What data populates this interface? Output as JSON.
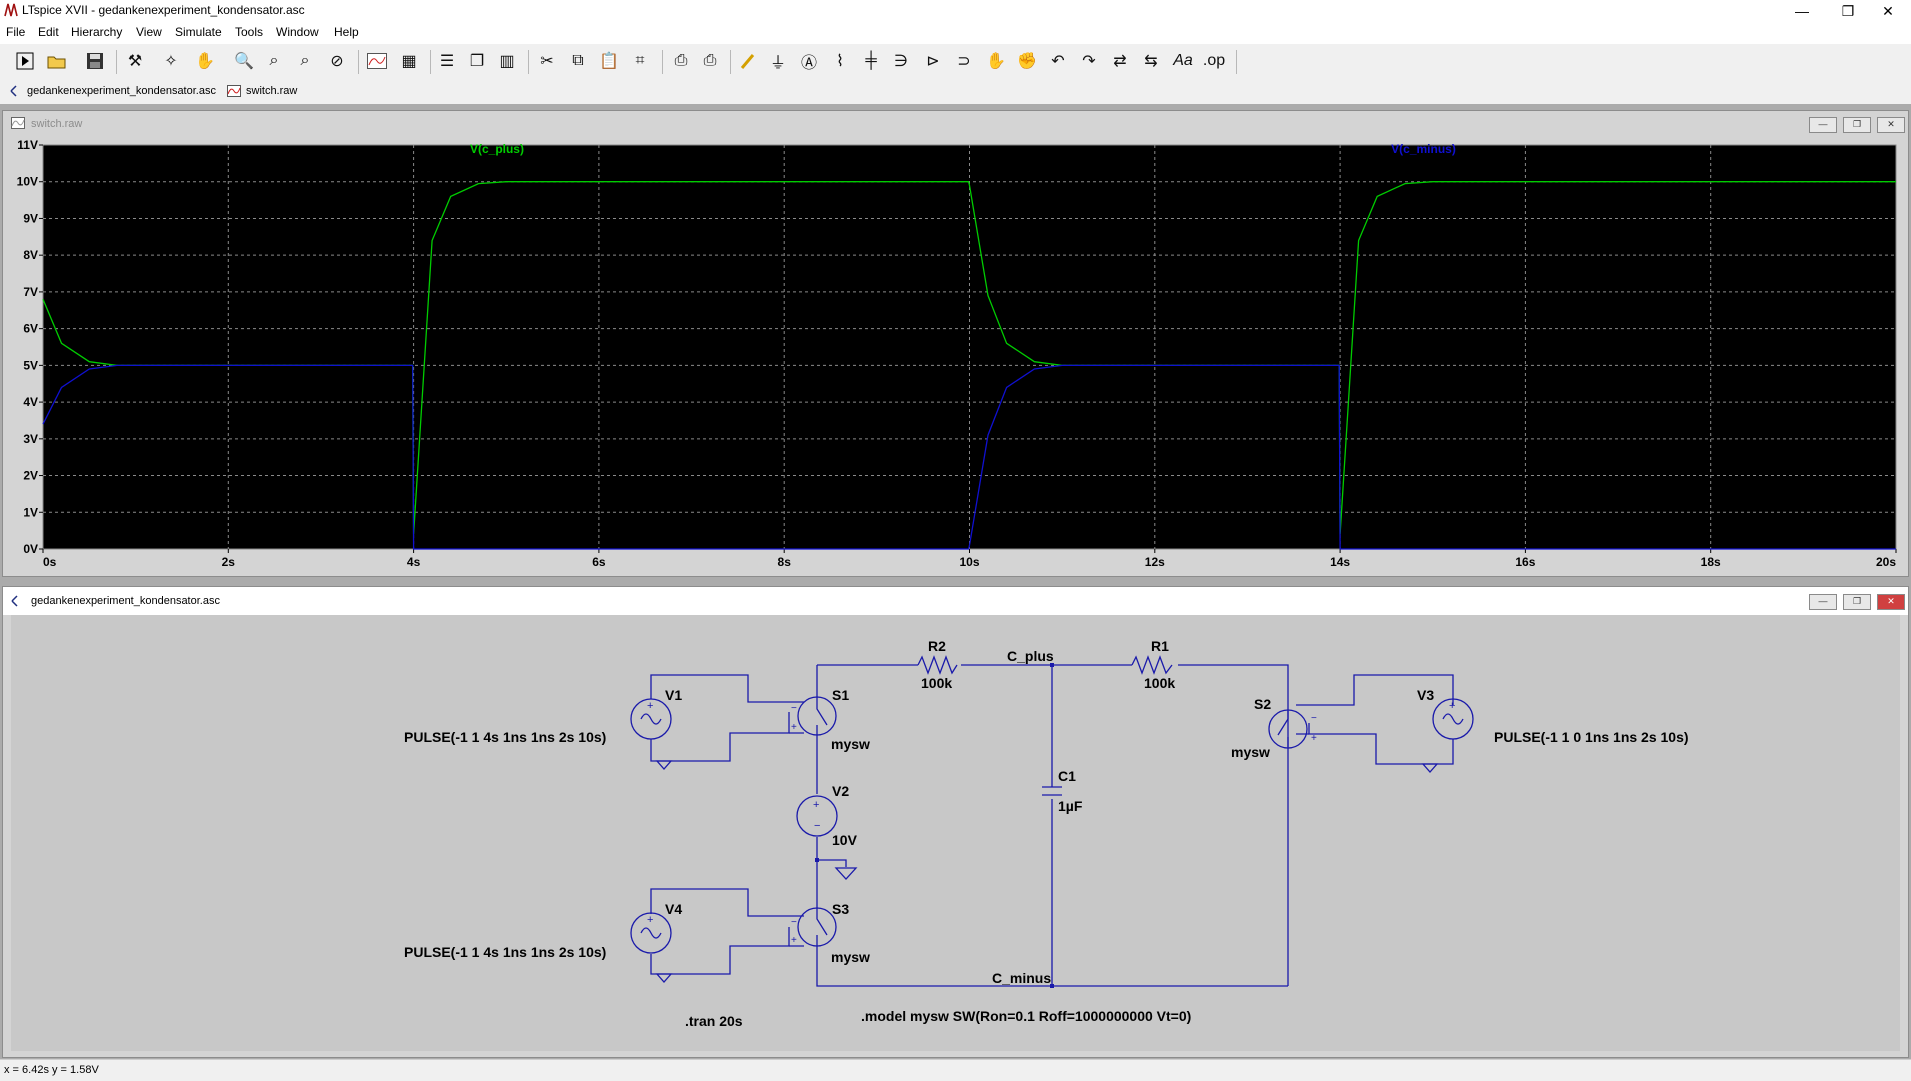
{
  "window": {
    "title": "LTspice XVII - gedankenexperiment_kondensator.asc",
    "minimize": "—",
    "maximize": "❐",
    "close": "✕"
  },
  "menu": [
    "File",
    "Edit",
    "Hierarchy",
    "View",
    "Simulate",
    "Tools",
    "Window",
    "Help"
  ],
  "toolbar_icons": [
    "run-icon",
    "open-icon",
    "save-icon",
    "control-panel-icon",
    "probe-icon",
    "pan-icon",
    "zoom-in-icon",
    "zoom-area-icon",
    "zoom-out-icon",
    "zoom-fit-icon",
    "waveform-icon",
    "waveform-dim-icon",
    "tile-h-icon",
    "cascade-icon",
    "tile-v-icon",
    "cut-icon",
    "copy-icon",
    "paste-icon",
    "find-icon",
    "print-icon",
    "print-setup-icon",
    "wire-icon",
    "ground-icon",
    "label-icon",
    "resistor-icon",
    "capacitor-icon",
    "inductor-icon",
    "diode-icon",
    "component-icon",
    "move-icon",
    "drag-icon",
    "undo-icon",
    "redo-icon",
    "rotate-icon",
    "mirror-icon",
    "text-icon",
    "spice-directive-icon"
  ],
  "tabs": [
    {
      "label": "gedankenexperiment_kondensator.asc",
      "icon": "schematic-icon"
    },
    {
      "label": "switch.raw",
      "icon": "waveform-icon"
    }
  ],
  "waveform": {
    "title": "switch.raw",
    "chart_data": {
      "type": "line",
      "xlim": [
        0,
        20
      ],
      "ylim": [
        0,
        11
      ],
      "x_ticks": [
        "0s",
        "2s",
        "4s",
        "6s",
        "8s",
        "10s",
        "12s",
        "14s",
        "16s",
        "18s",
        "20s"
      ],
      "y_ticks": [
        "0V",
        "1V",
        "2V",
        "3V",
        "4V",
        "5V",
        "6V",
        "7V",
        "8V",
        "9V",
        "10V",
        "11V"
      ],
      "grid": true,
      "series": [
        {
          "name": "V(c_plus)",
          "color": "#00cc00",
          "x": [
            0,
            0.2,
            0.5,
            0.8,
            3.99,
            4.0,
            4.2,
            4.4,
            4.7,
            5.0,
            9.99,
            10.0,
            10.2,
            10.4,
            10.7,
            11.0,
            13.99,
            14.0,
            14.2,
            14.4,
            14.7,
            15.0,
            20
          ],
          "y": [
            6.8,
            5.6,
            5.1,
            5.0,
            5.0,
            0.4,
            8.4,
            9.6,
            9.95,
            10.0,
            10.0,
            9.9,
            6.9,
            5.6,
            5.1,
            5.0,
            5.0,
            0.4,
            8.4,
            9.6,
            9.95,
            10.0,
            10.0
          ]
        },
        {
          "name": "V(c_minus)",
          "color": "#1010d0",
          "x": [
            0,
            0.2,
            0.5,
            0.8,
            3.99,
            4.0,
            4.2,
            4.6,
            9.99,
            10.0,
            10.2,
            10.4,
            10.7,
            11.0,
            13.99,
            14.0,
            14.2,
            14.6,
            20
          ],
          "y": [
            3.4,
            4.4,
            4.9,
            5.0,
            5.0,
            0.0,
            0.0,
            0.0,
            0.0,
            0.1,
            3.1,
            4.4,
            4.9,
            5.0,
            5.0,
            0.0,
            0.0,
            0.0,
            0.0
          ]
        }
      ]
    }
  },
  "schematic": {
    "title": "gedankenexperiment_kondensator.asc",
    "labels": {
      "v1": "V1",
      "v2": "V2",
      "v3": "V3",
      "v4": "V4",
      "s1": "S1",
      "s2": "S2",
      "s3": "S3",
      "r1": "R1",
      "r2": "R2",
      "c1": "C1",
      "r1_val": "100k",
      "r2_val": "100k",
      "c1_val": "1µF",
      "v2_val": "10V",
      "s1_model": "mysw",
      "s2_model": "mysw",
      "s3_model": "mysw",
      "c_plus": "C_plus",
      "c_minus": "C_minus",
      "v1_src": "PULSE(-1 1 4s 1ns 1ns 2s 10s)",
      "v4_src": "PULSE(-1 1 4s 1ns 1ns 2s 10s)",
      "v3_src": "PULSE(-1 1 0 1ns 1ns 2s 10s)",
      "tran": ".tran 20s",
      "model": ".model mysw SW(Ron=0.1 Roff=1000000000 Vt=0)"
    }
  },
  "status": "x = 6.42s   y = 1.58V"
}
